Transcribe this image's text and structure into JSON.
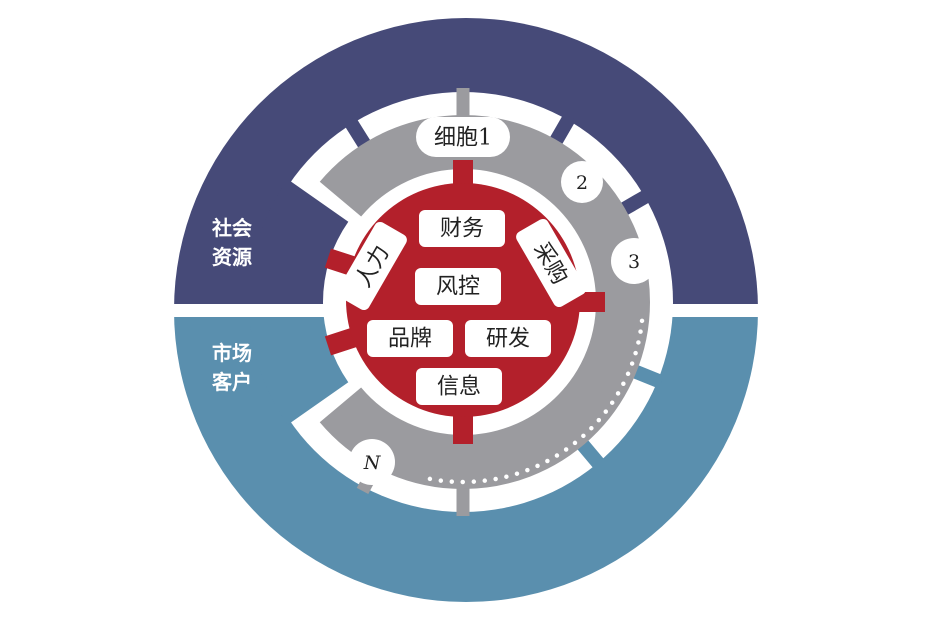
{
  "colors": {
    "navy": "#464a78",
    "teal": "#5a8fae",
    "red": "#b3202b",
    "grey": "#9b9b9f",
    "white": "#ffffff"
  },
  "outer": {
    "top_label": [
      "社会",
      "资源"
    ],
    "bottom_label": [
      "市场",
      "客户"
    ]
  },
  "cells": {
    "first": "细胞1",
    "second": "2",
    "third": "3",
    "last": "N"
  },
  "core": {
    "finance": "财务",
    "hr": "人力",
    "risk": "风控",
    "purchase": "采购",
    "brand": "品牌",
    "rd": "研发",
    "info": "信息"
  }
}
